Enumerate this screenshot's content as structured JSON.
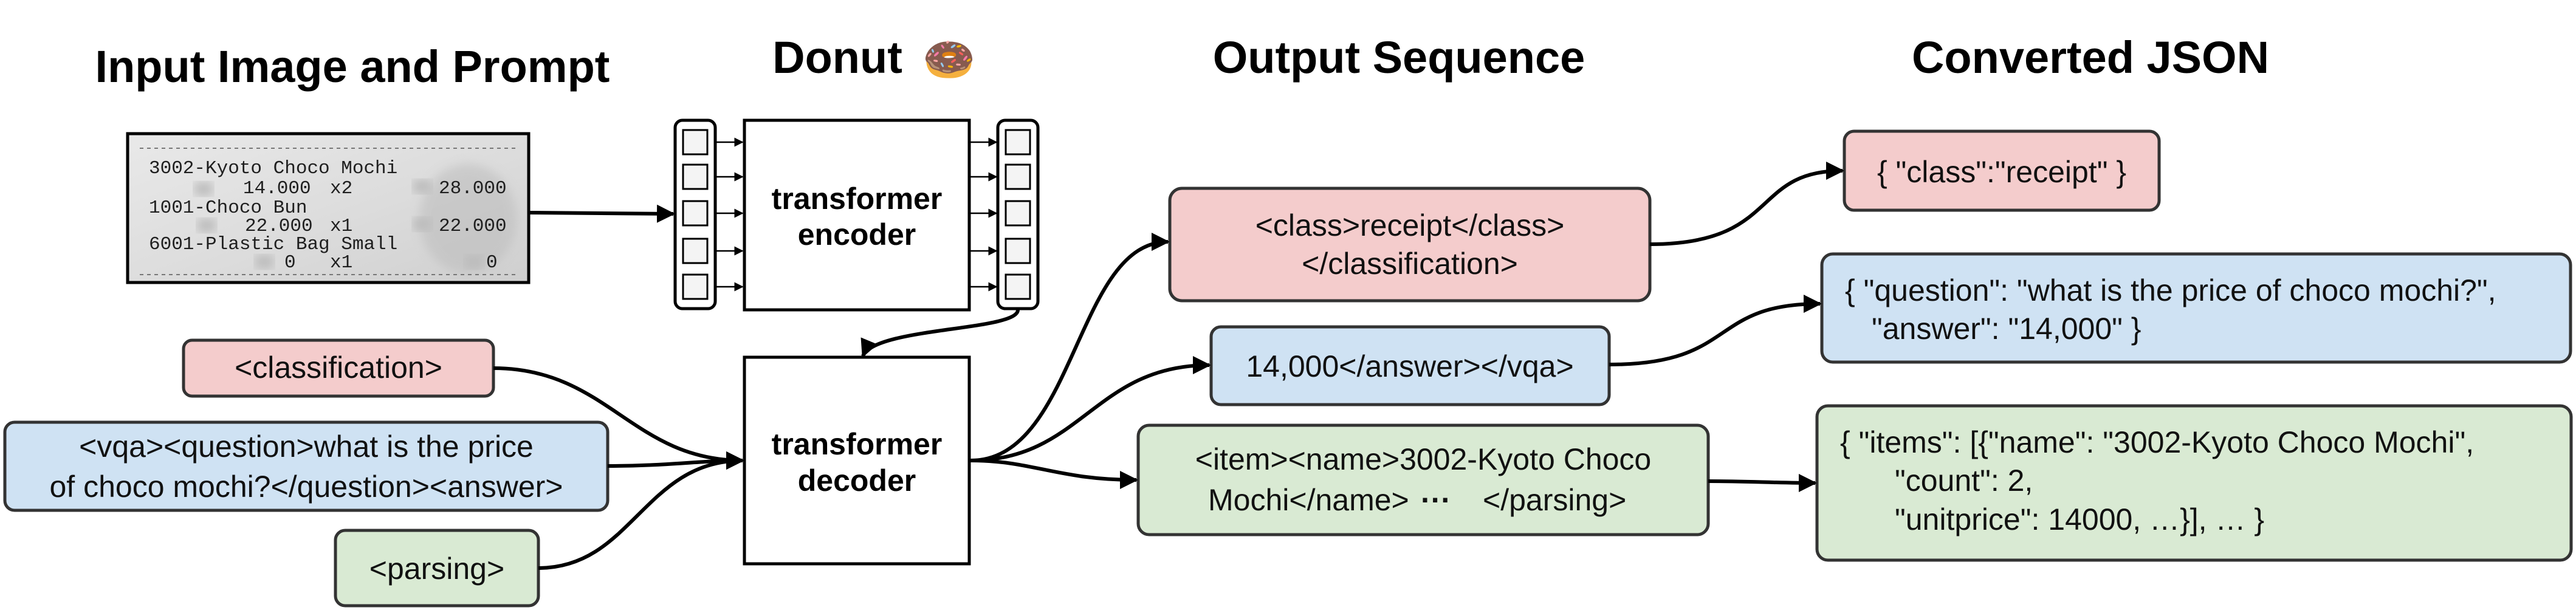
{
  "headings": {
    "input": "Input Image and Prompt",
    "model": "Donut",
    "model_emoji": "🍩",
    "output": "Output Sequence",
    "json": "Converted JSON"
  },
  "receipt": {
    "line1": "3002-Kyoto Choco Mochi",
    "line2_price": "14.000",
    "line2_qty": "x2",
    "line2_total": "28.000",
    "line3": "1001-Choco Bun",
    "line4_price": "22.000",
    "line4_qty": "x1",
    "line4_total": "22.000",
    "line5": "6001-Plastic Bag Small",
    "line6_price": "0",
    "line6_qty": "x1",
    "line6_total": "0"
  },
  "model": {
    "encoder_line1": "transformer",
    "encoder_line2": "encoder",
    "decoder_line1": "transformer",
    "decoder_line2": "decoder"
  },
  "prompts": {
    "classification": "<classification>",
    "vqa_line1": "<vqa><question>what is the price",
    "vqa_line2": "of choco mochi?</question><answer>",
    "parsing": "<parsing>"
  },
  "outputs": {
    "classification_line1": "<class>receipt</class>",
    "classification_line2": "</classification>",
    "vqa": "14,000</answer></vqa>",
    "parsing_line1": "<item><name>3002-Kyoto Choco",
    "parsing_line2": "Mochi</name>",
    "parsing_ellipsis": "···",
    "parsing_line2_end": "</parsing>"
  },
  "json_outputs": {
    "classification": "{ \"class\":\"receipt\" }",
    "vqa_line1": "{ \"question\": \"what is the price of choco mochi?\",",
    "vqa_line2": "\"answer\": \"14,000\" }",
    "parsing_line1": "{ \"items\": [{\"name\": \"3002-Kyoto Choco Mochi\",",
    "parsing_line2": "\"count\": 2,",
    "parsing_line3": "\"unitprice\": 14000, …}], … }"
  },
  "colors": {
    "red_fill": "#f4cccc",
    "blue_fill": "#cfe2f3",
    "green_fill": "#d9ead3",
    "stroke": "#333333"
  }
}
